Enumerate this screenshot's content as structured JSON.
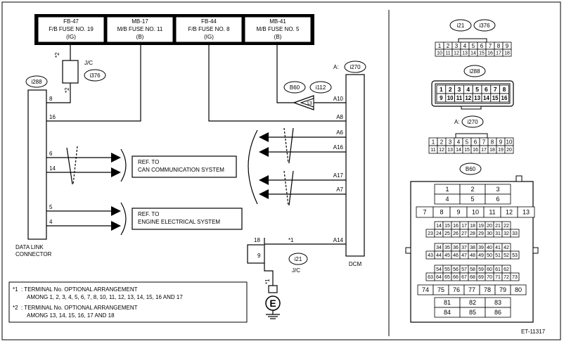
{
  "fuses": [
    {
      "code": "FB-47",
      "name": "F/B FUSE NO. 19",
      "sub": "(IG)"
    },
    {
      "code": "MB-17",
      "name": "M/B FUSE NO. 11",
      "sub": "(B)"
    },
    {
      "code": "FB-44",
      "name": "F/B FUSE NO. 8",
      "sub": "(IG)"
    },
    {
      "code": "MB-41",
      "name": "M/B FUSE NO. 5",
      "sub": "(B)"
    }
  ],
  "jc_top": {
    "label": "J/C",
    "conn": "i376",
    "star_top": "*2",
    "star_bottom": "*2"
  },
  "dlc": {
    "conn": "i288",
    "label1": "DATA LINK",
    "label2": "CONNECTOR",
    "pins": [
      "8",
      "16",
      "6",
      "14",
      "5",
      "4"
    ]
  },
  "dcm": {
    "conn": "i270",
    "prefix": "A:",
    "label": "DCM",
    "pins": [
      "A10",
      "A8",
      "A6",
      "A16",
      "A17",
      "A7",
      "A14"
    ]
  },
  "b60_link": {
    "conn1": "B60",
    "conn2": "i112",
    "pin": "13"
  },
  "ref_can": {
    "line1": "REF. TO",
    "line2": "CAN COMMUNICATION SYSTEM"
  },
  "ref_engine": {
    "line1": "REF. TO",
    "line2": "ENGINE ELECTRICAL SYSTEM"
  },
  "jc_bottom": {
    "conn": "i21",
    "label": "J/C",
    "pin_top": "18",
    "pin_left": "9",
    "star1": "*1",
    "star_line": "*1"
  },
  "ground": {
    "symbol": "E"
  },
  "notes": [
    {
      "mark": "*1",
      "text1": ": TERMINAL No. OPTIONAL ARRANGEMENT",
      "text2": "AMONG 1, 2, 3, 4, 5, 6, 7, 8, 10, 11, 12, 13, 14, 15, 16 AND 17"
    },
    {
      "mark": "*2",
      "text1": ": TERMINAL No. OPTIONAL ARRANGEMENT",
      "text2": "AMONG 13, 14, 15, 16, 17 AND 18"
    }
  ],
  "connectors": {
    "c1": {
      "conn1": "i21",
      "conn2": "i376",
      "row1": [
        "1",
        "2",
        "3",
        "4",
        "5",
        "6",
        "7",
        "8",
        "9"
      ],
      "row2": [
        "10",
        "11",
        "12",
        "13",
        "14",
        "15",
        "16",
        "17",
        "18"
      ]
    },
    "c2": {
      "conn": "i288",
      "row1": [
        "1",
        "2",
        "3",
        "4",
        "5",
        "6",
        "7",
        "8"
      ],
      "row2": [
        "9",
        "10",
        "11",
        "12",
        "13",
        "14",
        "15",
        "16"
      ]
    },
    "c3": {
      "prefix": "A:",
      "conn": "i270",
      "row1": [
        "1",
        "2",
        "3",
        "4",
        "5",
        "6",
        "7",
        "8",
        "9",
        "10"
      ],
      "row2": [
        "11",
        "12",
        "13",
        "14",
        "15",
        "16",
        "17",
        "18",
        "19",
        "20"
      ]
    },
    "b60": {
      "conn": "B60",
      "r1": [
        "1",
        "2",
        "3"
      ],
      "r2": [
        "4",
        "5",
        "6"
      ],
      "r3": [
        "7",
        "8",
        "9",
        "10",
        "11",
        "12",
        "13"
      ],
      "r4": [
        "14",
        "15",
        "16",
        "17",
        "18",
        "19",
        "20",
        "21",
        "22"
      ],
      "r5": [
        "23",
        "24",
        "25",
        "26",
        "27",
        "28",
        "29",
        "30",
        "31",
        "32",
        "33"
      ],
      "r6": [
        "34",
        "35",
        "36",
        "37",
        "38",
        "39",
        "40",
        "41",
        "42"
      ],
      "r7": [
        "43",
        "44",
        "45",
        "46",
        "47",
        "48",
        "49",
        "50",
        "51",
        "52",
        "53"
      ],
      "r8": [
        "54",
        "55",
        "56",
        "57",
        "58",
        "59",
        "60",
        "61",
        "62"
      ],
      "r9": [
        "63",
        "64",
        "65",
        "66",
        "67",
        "68",
        "69",
        "70",
        "71",
        "72",
        "73"
      ],
      "r10": [
        "74",
        "75",
        "76",
        "77",
        "78",
        "79",
        "80"
      ],
      "r11": [
        "81",
        "82",
        "83"
      ],
      "r12": [
        "84",
        "85",
        "86"
      ]
    }
  },
  "figure_id": "ET-11317"
}
